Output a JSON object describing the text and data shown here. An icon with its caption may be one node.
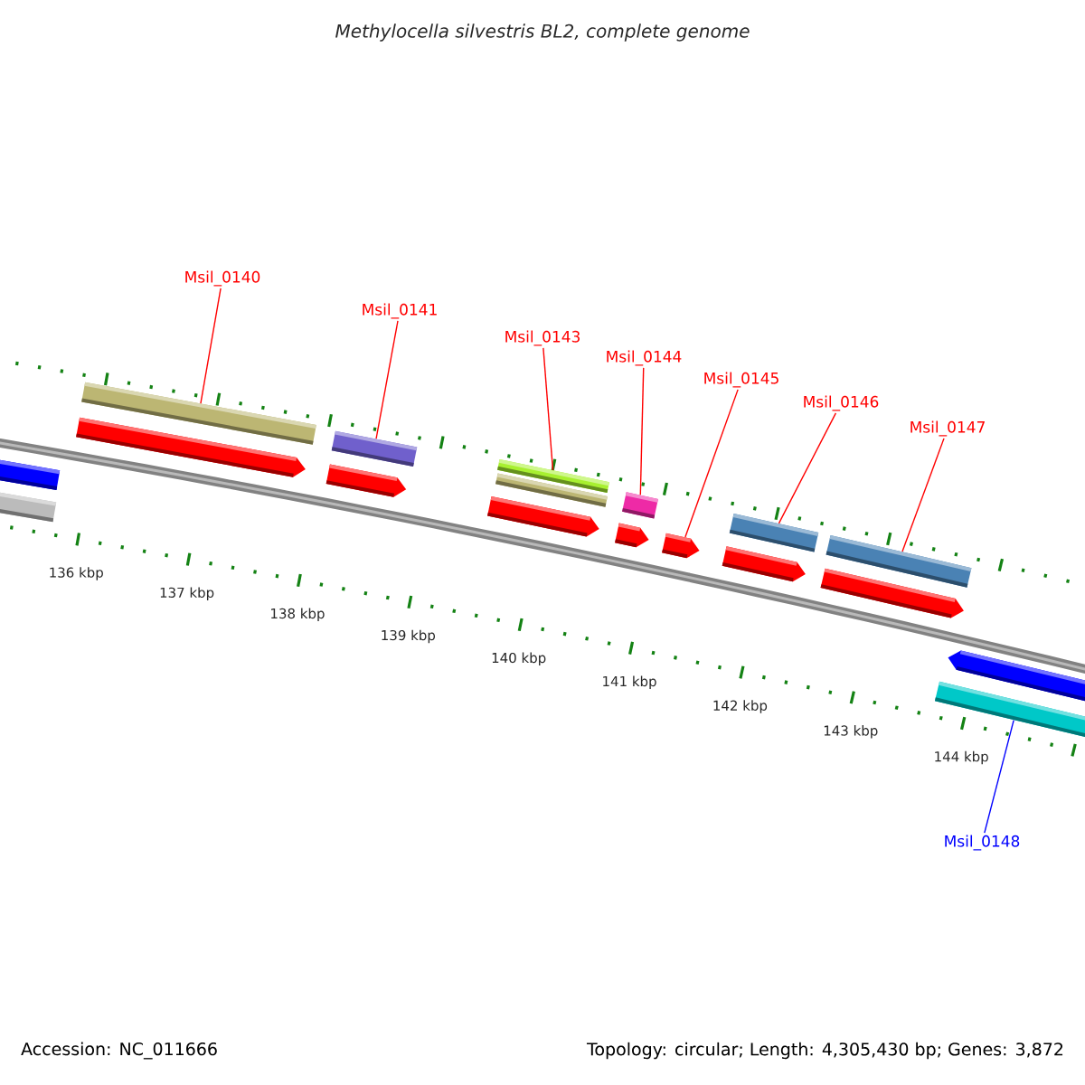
{
  "diagram": {
    "title": "Methylocella silvestris BL2, complete genome",
    "nodes": [
      {
        "text": [
          "Msil_0140"
        ]
      },
      {
        "text": [
          "Msil_0141"
        ]
      },
      {
        "text": [
          "Msil_0143"
        ]
      },
      {
        "text": [
          "Msil_0144"
        ]
      },
      {
        "text": [
          "Msil_0145"
        ]
      },
      {
        "text": [
          "Msil_0146"
        ]
      },
      {
        "text": [
          "Msil_0147"
        ]
      },
      {
        "text": [
          "Msil_0148"
        ]
      },
      {
        "text": [],
        "shape": "bar"
      },
      {
        "text": [],
        "shape": "bar"
      },
      {
        "text": [],
        "shape": "bar"
      },
      {
        "text": [],
        "shape": "arrow"
      },
      {
        "text": [],
        "shape": "bar"
      },
      {
        "text": [],
        "shape": "arrow"
      },
      {
        "text": [],
        "shape": "bar"
      },
      {
        "text": [],
        "shape": "bar"
      },
      {
        "text": [],
        "shape": "arrow"
      },
      {
        "text": [],
        "shape": "bar"
      },
      {
        "text": [],
        "shape": "arrow"
      },
      {
        "text": [],
        "shape": "arrow"
      },
      {
        "text": [],
        "shape": "bar"
      },
      {
        "text": [],
        "shape": "arrow"
      },
      {
        "text": [],
        "shape": "bar"
      },
      {
        "text": [],
        "shape": "arrow"
      },
      {
        "text": [],
        "shape": "arrow"
      },
      {
        "text": [],
        "shape": "bar"
      }
    ],
    "edges": [
      {
        "from": 0,
        "to": 10,
        "arrow": "none"
      },
      {
        "from": 1,
        "to": 12,
        "arrow": "none"
      },
      {
        "from": 2,
        "to": 14,
        "arrow": "none"
      },
      {
        "from": 3,
        "to": 17,
        "arrow": "none"
      },
      {
        "from": 4,
        "to": 19,
        "arrow": "none"
      },
      {
        "from": 5,
        "to": 20,
        "arrow": "none"
      },
      {
        "from": 6,
        "to": 22,
        "arrow": "none"
      },
      {
        "from": 7,
        "to": 25,
        "arrow": "none",
        "color": "#0000ff"
      }
    ],
    "labels": [
      "136 kbp",
      "137 kbp",
      "138 kbp",
      "139 kbp",
      "140 kbp",
      "141 kbp",
      "142 kbp",
      "143 kbp",
      "144 kbp",
      "Accession: NC_011666",
      "Topology: circular; Length: 4,305,430 bp; Genes: 3,872"
    ]
  }
}
